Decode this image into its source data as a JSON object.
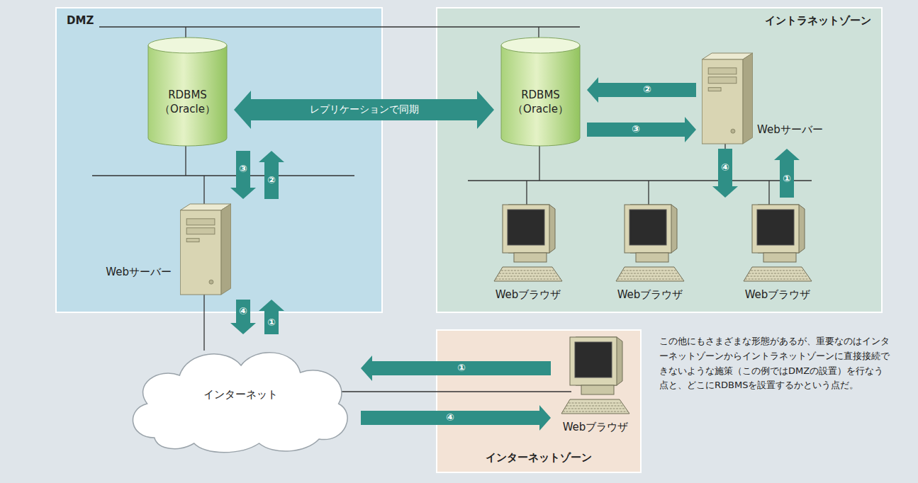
{
  "diagram": {
    "nodes": [
      {
        "text": [
          "DMZ"
        ]
      },
      {
        "text": [
          "RDBMS （Oracle）"
        ],
        "in": 0
      },
      {
        "text": [
          "Webサーバー"
        ],
        "in": 0
      },
      {
        "text": [
          "イントラネットゾーン"
        ]
      },
      {
        "text": [
          "RDBMS （Oracle）"
        ],
        "in": 3
      },
      {
        "text": [
          "Webサーバー"
        ],
        "in": 3
      },
      {
        "text": [
          "Webブラウザ"
        ],
        "in": 3
      },
      {
        "text": [
          "Webブラウザ"
        ],
        "in": 3
      },
      {
        "text": [
          "Webブラウザ"
        ],
        "in": 3
      },
      {
        "text": [
          "インターネット"
        ]
      },
      {
        "text": [
          "インターネットゾーン"
        ]
      },
      {
        "text": [
          "Webブラウザ"
        ],
        "in": 10
      }
    ],
    "edges": [
      {
        "from": 1,
        "to": 4,
        "label": "レプリケーションで同期",
        "arrow": "both"
      },
      {
        "from": 9,
        "to": 2,
        "label": "①",
        "arrow": "to"
      },
      {
        "from": 2,
        "to": 9,
        "label": "④",
        "arrow": "to"
      },
      {
        "from": 2,
        "to": 1,
        "label": "②",
        "arrow": "to"
      },
      {
        "from": 1,
        "to": 2,
        "label": "③",
        "arrow": "to"
      },
      {
        "from": 8,
        "to": 5,
        "label": "①",
        "arrow": "to"
      },
      {
        "from": 5,
        "to": 4,
        "label": "②",
        "arrow": "to"
      },
      {
        "from": 4,
        "to": 5,
        "label": "③",
        "arrow": "to"
      },
      {
        "from": 5,
        "to": 8,
        "label": "④",
        "arrow": "to"
      },
      {
        "from": 11,
        "to": 9,
        "label": "①",
        "arrow": "to"
      },
      {
        "from": 9,
        "to": 11,
        "label": "④",
        "arrow": "to"
      }
    ],
    "labels": [
      "この他にもさまざまな形態があるが、重要なのはインターネットゾーンからイントラネットゾーンに直接接続できないような施策（この例ではDMZの設置）を行なう点と、どこにRDBMSを設置するかという点だ。"
    ]
  }
}
